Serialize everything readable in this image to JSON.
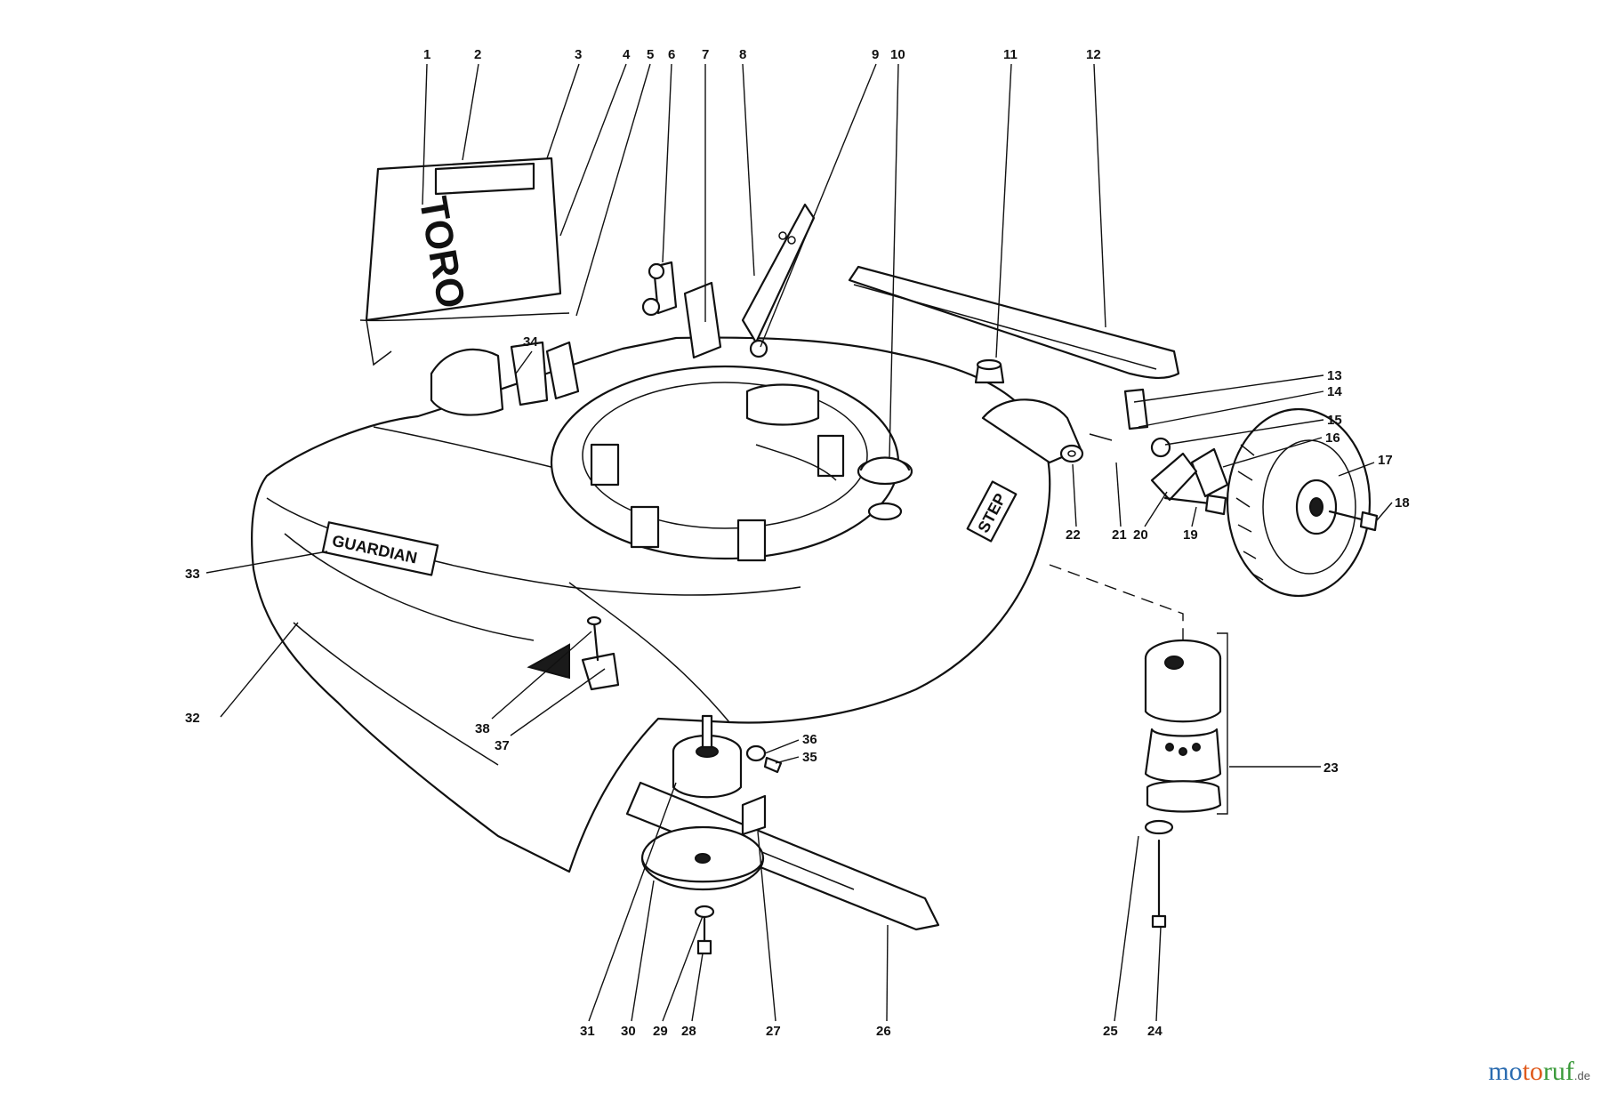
{
  "labels": {
    "l1": "1",
    "l2": "2",
    "l3": "3",
    "l4": "4",
    "l5": "5",
    "l6": "6",
    "l7": "7",
    "l8": "8",
    "l9": "9",
    "l10": "10",
    "l11": "11",
    "l12": "12",
    "l13": "13",
    "l14": "14",
    "l15": "15",
    "l16": "16",
    "l17": "17",
    "l18": "18",
    "l19": "19",
    "l20": "20",
    "l21": "21",
    "l22": "22",
    "l23": "23",
    "l24": "24",
    "l25": "25",
    "l26": "26",
    "l27": "27",
    "l28": "28",
    "l29": "29",
    "l30": "30",
    "l31": "31",
    "l32": "32",
    "l33": "33",
    "l34": "34",
    "l35": "35",
    "l36": "36",
    "l37": "37",
    "l38": "38"
  },
  "decals": {
    "toro": "TORO",
    "guardian": "GUARDIAN",
    "step": "STEP"
  },
  "watermark": {
    "part1": "mo",
    "part2": "to",
    "part3": "ruf",
    "suffix": ".de"
  }
}
